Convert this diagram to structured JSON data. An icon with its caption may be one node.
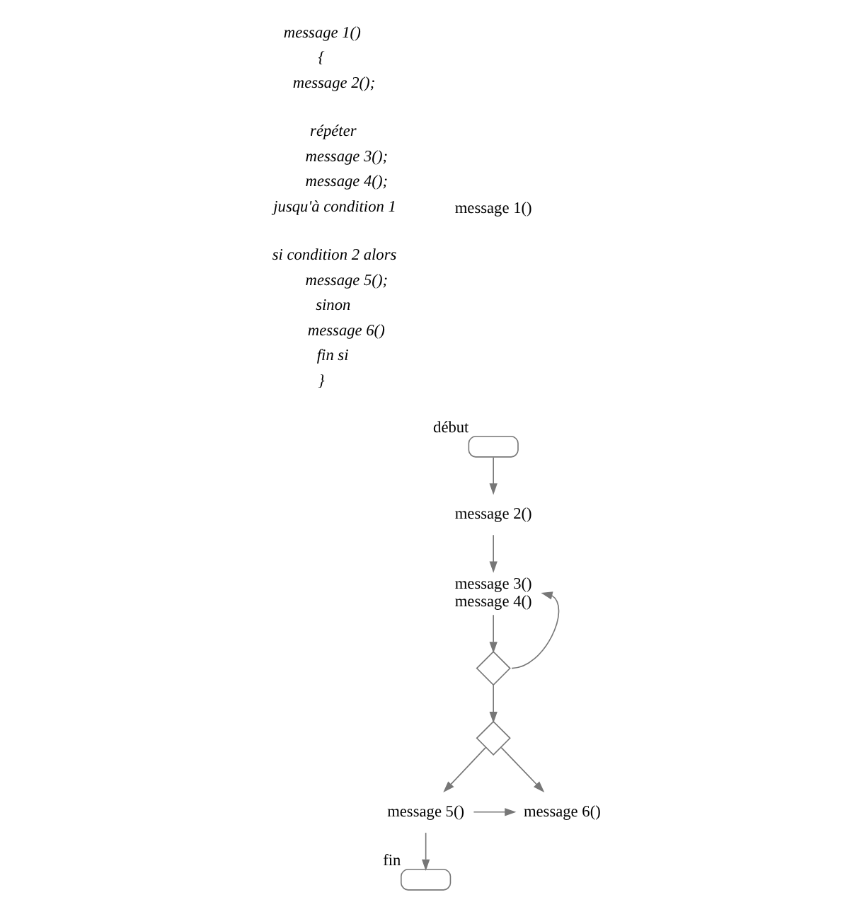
{
  "diagram": {
    "nodes": [
      {
        "text": [],
        "shape": "box",
        "beside": [
          "début"
        ]
      },
      {
        "text": [
          "message 2()"
        ]
      },
      {
        "text": [
          "message 3()",
          "message 4()"
        ]
      },
      {
        "text": [],
        "shape": "diamond"
      },
      {
        "text": [],
        "shape": "diamond"
      },
      {
        "text": [
          "message 5()"
        ]
      },
      {
        "text": [
          "message 6()"
        ]
      },
      {
        "text": [],
        "shape": "box",
        "beside": [
          "fin"
        ]
      }
    ],
    "edges": [
      {
        "from": 0,
        "to": 1,
        "arrow": "to"
      },
      {
        "from": 1,
        "to": 2,
        "arrow": "to"
      },
      {
        "from": 3,
        "to": 2,
        "arrow": "to"
      },
      {
        "from": 2,
        "to": 3,
        "arrow": "to"
      },
      {
        "from": 3,
        "to": 4,
        "arrow": "to"
      },
      {
        "from": 4,
        "to": 5,
        "arrow": "to"
      },
      {
        "from": 4,
        "to": 6,
        "arrow": "to"
      },
      {
        "from": 5,
        "to": 6,
        "arrow": "to"
      },
      {
        "from": 5,
        "to": 7,
        "arrow": "to"
      }
    ],
    "labels": [
      "message 1()",
      "message 1()",
      "{",
      "message 2();",
      "répéter",
      "message 3();",
      "message 4();",
      "jusqu'à condition 1",
      "si condition 2 alors",
      "message 5();",
      "sinon",
      "message 6()",
      "fin si",
      "}"
    ]
  }
}
